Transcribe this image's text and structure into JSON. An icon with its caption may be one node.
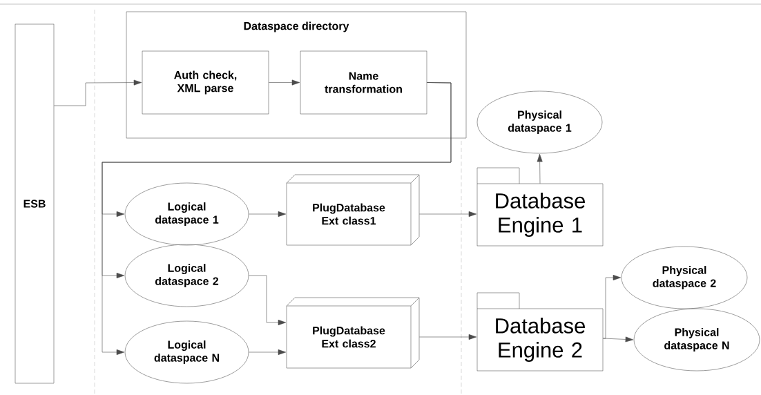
{
  "diagram": {
    "nodes": [
      {
        "text": [
          "ESB"
        ]
      },
      {
        "text": [
          "Dataspace directory"
        ]
      },
      {
        "text": [
          "Auth check, XML parse"
        ],
        "in": 1
      },
      {
        "text": [
          "Name transformation"
        ],
        "in": 1
      },
      {
        "text": [
          "Logical dataspace 1"
        ]
      },
      {
        "text": [
          "Logical dataspace 2"
        ]
      },
      {
        "text": [
          "Logical dataspace N"
        ]
      },
      {
        "text": [
          "PlugDatabase Ext class1"
        ]
      },
      {
        "text": [
          "PlugDatabase Ext class2"
        ]
      },
      {
        "text": [
          "Physical dataspace 1"
        ]
      },
      {
        "text": [
          "Database Engine 1"
        ]
      },
      {
        "text": [
          "Database Engine 2"
        ]
      },
      {
        "text": [
          "Physical dataspace 2"
        ]
      },
      {
        "text": [
          "Physical dataspace N"
        ]
      }
    ],
    "edges": [
      {
        "from": 0,
        "to": 2,
        "arrow": "to"
      },
      {
        "from": 2,
        "to": 3,
        "arrow": "to"
      },
      {
        "from": 3,
        "to": 4,
        "arrow": "to"
      },
      {
        "from": 3,
        "to": 5,
        "arrow": "to"
      },
      {
        "from": 3,
        "to": 6,
        "arrow": "to"
      },
      {
        "from": 4,
        "to": 7,
        "arrow": "to"
      },
      {
        "from": 5,
        "to": 8,
        "arrow": "to"
      },
      {
        "from": 6,
        "to": 8,
        "arrow": "to"
      },
      {
        "from": 7,
        "to": 10,
        "arrow": "to"
      },
      {
        "from": 8,
        "to": 11,
        "arrow": "to"
      },
      {
        "from": 10,
        "to": 9,
        "arrow": "to"
      },
      {
        "from": 11,
        "to": 12,
        "arrow": "to"
      },
      {
        "from": 11,
        "to": 13,
        "arrow": "to"
      }
    ]
  }
}
